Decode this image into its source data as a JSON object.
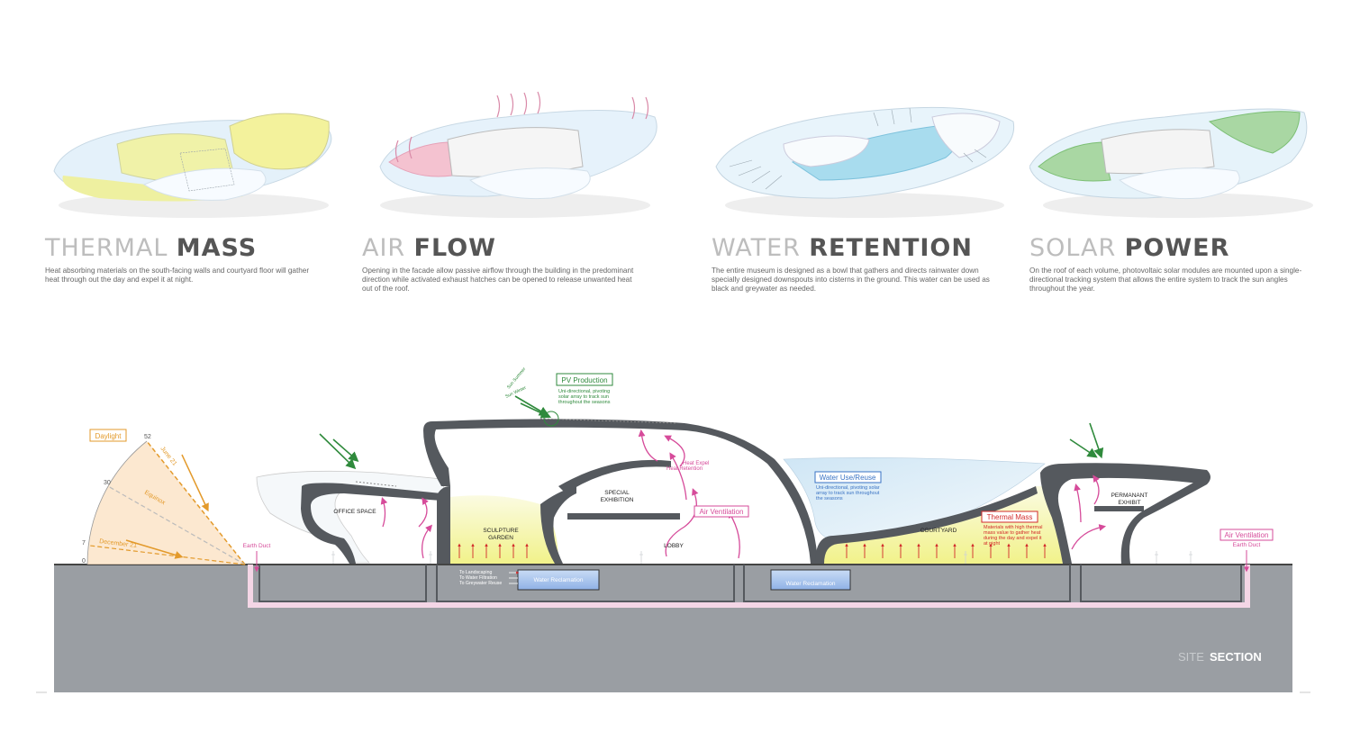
{
  "panels": [
    {
      "light": "THERMAL",
      "bold": "MASS",
      "desc": "Heat absorbing materials on the south-facing walls and courtyard floor will gather heat through out the day and expel it at night.",
      "accent": "#f0f08a"
    },
    {
      "light": "AIR",
      "bold": "FLOW",
      "desc": "Opening in the facade allow passive airflow through the building in the predominant direction while activated exhaust hatches can be opened to release unwanted heat out of the roof.",
      "accent": "#f2a6bd"
    },
    {
      "light": "WATER",
      "bold": "RETENTION",
      "desc": "The entire museum is designed as a bowl that gathers and directs rainwater down specially designed downspouts into cisterns in the ground. This water can be used as black and greywater as needed.",
      "accent": "#9fd6ea"
    },
    {
      "light": "SOLAR",
      "bold": "POWER",
      "desc": "On the roof of each volume, photovoltaic solar modules are mounted upon a single-directional tracking system that allows the entire system to track the sun angles throughout the year.",
      "accent": "#a7d8a0"
    }
  ],
  "section": {
    "title_light": "SITE",
    "title_bold": "SECTION",
    "daylight": "Daylight",
    "angles": [
      "52",
      "30",
      "7",
      "0"
    ],
    "sun_lines": [
      "June 21",
      "Equinox",
      "December 21"
    ],
    "pv_title": "PV Production",
    "pv_desc": [
      "Uni-directional, pivoting",
      "solar array to track sun",
      "throughout the seasons"
    ],
    "sun_small": [
      "Sun Summer",
      "Sun Winter"
    ],
    "rooms": {
      "office": "OFFICE SPACE",
      "garden_1": "SCULPTURE",
      "garden_2": "GARDEN",
      "special_1": "SPECIAL",
      "special_2": "EXHIBITION",
      "lobby": "LOBBY",
      "courtyard": "COURTYARD",
      "perm_1": "PERMANANT",
      "perm_2": "EXHIBIT"
    },
    "heat_expel": "Heat Expel",
    "heat_retention": "Heat Retention",
    "air_vent": "Air Ventilation",
    "air_vent_right": "Air Ventilation",
    "earth_duct": "Earth Duct",
    "earth_duct_right": "Earth Duct",
    "water_use_title": "Water Use/Reuse",
    "water_use_desc": [
      "Uni-directional, pivoting solar",
      "array to track sun throughout",
      "the seasons"
    ],
    "thermal_title": "Thermal Mass",
    "thermal_desc": [
      "Materials with high thermal",
      "mass value to gather heat",
      "during the day and expel it",
      "at night"
    ],
    "water_recl_1": "Water Reclamation",
    "water_recl_2": "Water Reclamation",
    "reuse": [
      "To Landscaping",
      "To Water Filtration",
      "To Greywater Reuse"
    ]
  },
  "colors": {
    "ground": "#9a9ea3",
    "building": "#55595e",
    "pink": "#d64b9a",
    "green": "#2f8a3c",
    "orange": "#e39a2b",
    "blue": "#3a73c4",
    "red": "#d22b2b"
  }
}
